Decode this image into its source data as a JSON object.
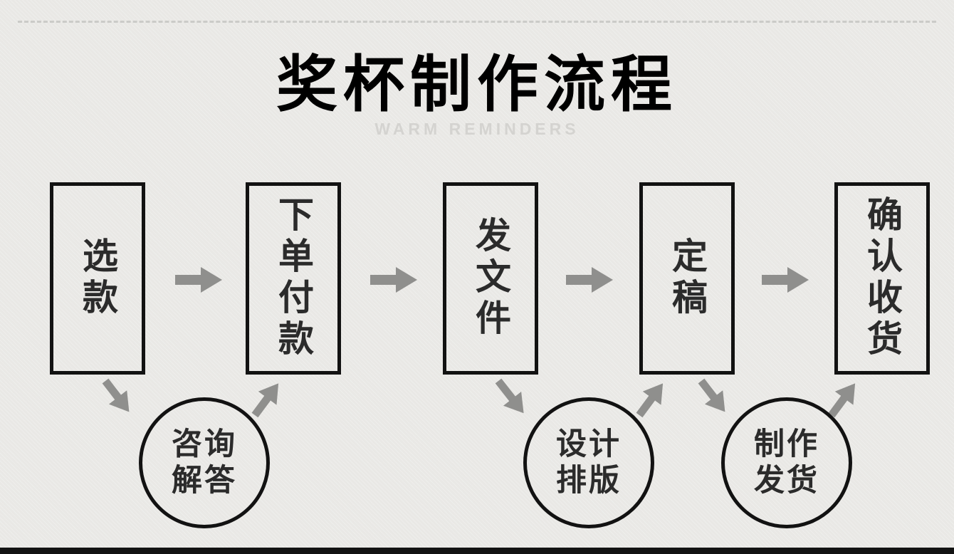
{
  "page": {
    "title": "奖杯制作流程",
    "subtitle": "WARM REMINDERS"
  },
  "flow": {
    "steps": [
      {
        "label": "选款"
      },
      {
        "label": "下单付款"
      },
      {
        "label": "发文件"
      },
      {
        "label": "定稿"
      },
      {
        "label": "确认收货"
      }
    ],
    "substeps": [
      {
        "line1": "咨询",
        "line2": "解答"
      },
      {
        "line1": "设计",
        "line2": "排版"
      },
      {
        "line1": "制作",
        "line2": "发货"
      }
    ]
  },
  "colors": {
    "background": "#e9e8e5",
    "box_border": "#121212",
    "text": "#2b2b2b",
    "arrow": "#8f8f8d",
    "title": "#000000",
    "subtitle": "#d4d3d0",
    "footer_bar": "#121212"
  }
}
